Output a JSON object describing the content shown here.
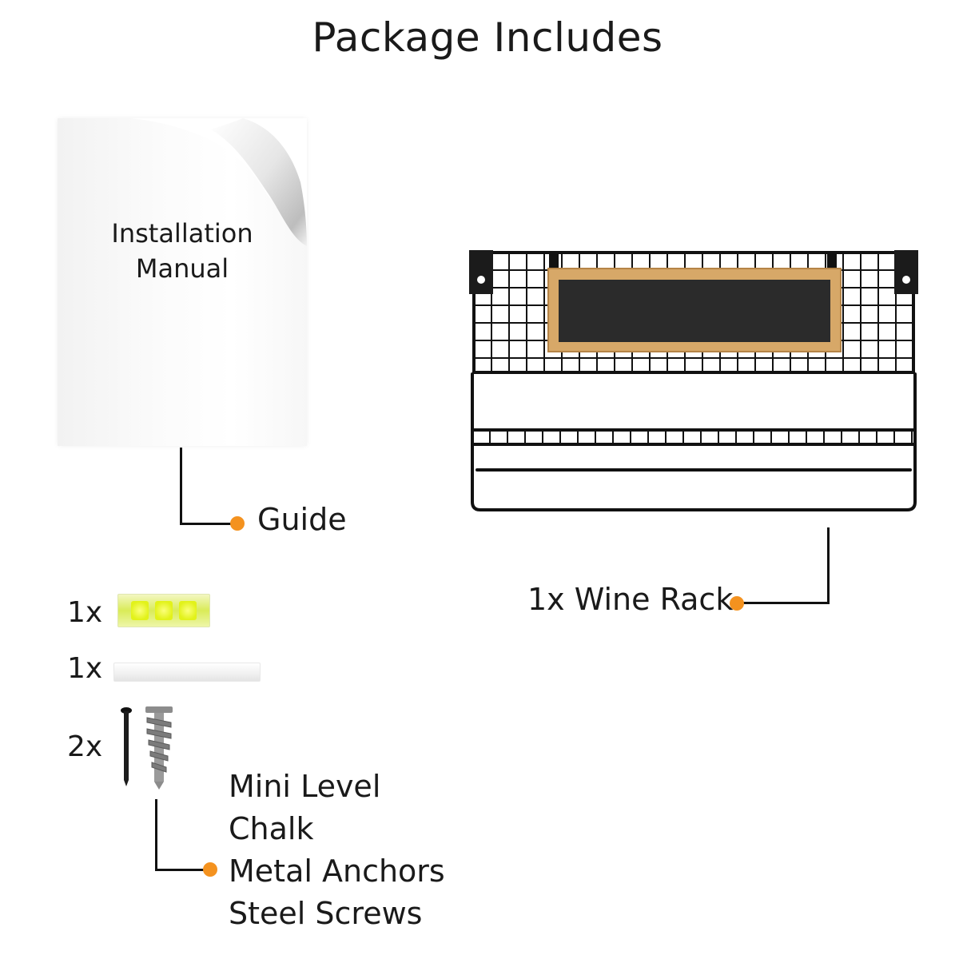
{
  "title": "Package Includes",
  "manual": {
    "line1": "Installation",
    "line2": "Manual",
    "callout": "Guide"
  },
  "wine_rack": {
    "callout": "1x Wine Rack"
  },
  "accessories": {
    "quantities": [
      "1x",
      "1x",
      "2x"
    ],
    "items": [
      "Mini Level",
      "Chalk",
      "Metal Anchors",
      "Steel Screws"
    ]
  },
  "colors": {
    "accent_dot": "#f4921f",
    "frame_wood": "#d7a868",
    "chalkboard": "#2b2b2b"
  },
  "icons": {
    "manual": "page-curl-icon",
    "rack": "wire-wine-rack-icon",
    "level": "bubble-level-icon",
    "chalk": "chalk-stick-icon",
    "screw": "screw-icon",
    "anchor": "wall-anchor-icon"
  }
}
